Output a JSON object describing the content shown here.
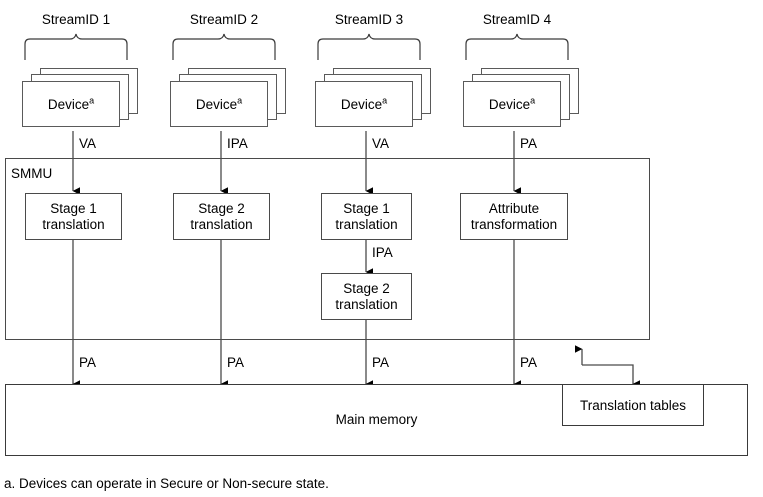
{
  "figure": {
    "footnote": "a. Devices can operate in Secure or Non-secure state.",
    "smmu_label": "SMMU",
    "main_memory_label": "Main memory",
    "translation_tables_label": "Translation tables",
    "device_label": "Device",
    "device_superscript": "a"
  },
  "columns": [
    {
      "stream_title": "StreamID 1",
      "input_bus_label": "VA",
      "stage_primary": "Stage 1\ntranslation",
      "stage_primary_line1": "Stage 1",
      "stage_primary_line2": "translation",
      "mid_bus_label": "",
      "stage_secondary_line1": "",
      "stage_secondary_line2": "",
      "output_bus_label": "PA"
    },
    {
      "stream_title": "StreamID 2",
      "input_bus_label": "IPA",
      "stage_primary": "Stage 2\ntranslation",
      "stage_primary_line1": "Stage 2",
      "stage_primary_line2": "translation",
      "mid_bus_label": "",
      "stage_secondary_line1": "",
      "stage_secondary_line2": "",
      "output_bus_label": "PA"
    },
    {
      "stream_title": "StreamID 3",
      "input_bus_label": "VA",
      "stage_primary": "Stage 1\ntranslation",
      "stage_primary_line1": "Stage 1",
      "stage_primary_line2": "translation",
      "mid_bus_label": "IPA",
      "stage_secondary_line1": "Stage 2",
      "stage_secondary_line2": "translation",
      "output_bus_label": "PA"
    },
    {
      "stream_title": "StreamID 4",
      "input_bus_label": "PA",
      "stage_primary": "Attribute\ntransformation",
      "stage_primary_line1": "Attribute",
      "stage_primary_line2": "transformation",
      "mid_bus_label": "",
      "stage_secondary_line1": "",
      "stage_secondary_line2": "",
      "output_bus_label": "PA"
    }
  ],
  "colors": {
    "stroke": "#4a4a4a",
    "stroke_dark": "#000000",
    "background": "#ffffff",
    "text": "#000000"
  }
}
